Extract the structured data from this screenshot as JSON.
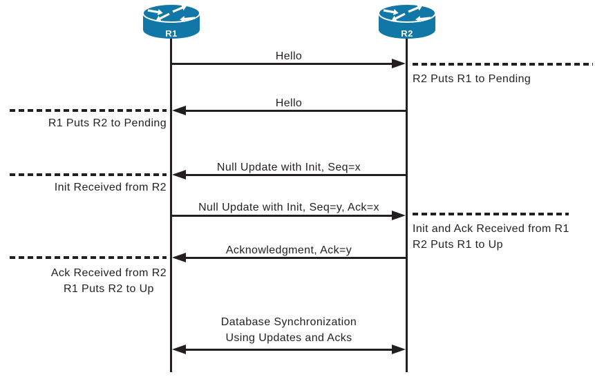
{
  "figure": {
    "type": "sequence-diagram",
    "routers": [
      {
        "id": "R1",
        "label": "R1"
      },
      {
        "id": "R2",
        "label": "R2"
      }
    ],
    "messages": [
      {
        "from": "R1",
        "to": "R2",
        "direction": "right",
        "lines": [
          "Hello"
        ]
      },
      {
        "from": "R2",
        "to": "R1",
        "direction": "left",
        "lines": [
          "Hello"
        ]
      },
      {
        "from": "R2",
        "to": "R1",
        "direction": "left",
        "lines": [
          "Null Update with Init, Seq=x"
        ]
      },
      {
        "from": "R1",
        "to": "R2",
        "direction": "right",
        "lines": [
          "Null Update with Init, Seq=y, Ack=x"
        ]
      },
      {
        "from": "R2",
        "to": "R1",
        "direction": "left",
        "lines": [
          "Acknowledgment, Ack=y"
        ]
      },
      {
        "from": "R1",
        "to": "R2",
        "direction": "both",
        "lines": [
          "Database Synchronization",
          "Using Updates and Acks"
        ]
      }
    ],
    "annotations": [
      {
        "side": "right",
        "lines": [
          "R2 Puts R1 to Pending"
        ]
      },
      {
        "side": "left",
        "lines": [
          "R1 Puts R2 to Pending"
        ]
      },
      {
        "side": "left",
        "lines": [
          "Init Received from R2"
        ]
      },
      {
        "side": "right",
        "lines": [
          "Init and Ack Received from R1",
          "R2 Puts R1 to Up"
        ]
      },
      {
        "side": "left",
        "lines": [
          "Ack Received from R2",
          "R1 Puts R2 to Up"
        ]
      }
    ],
    "colors": {
      "router_fill": "#1177A6",
      "line": "#231f20",
      "text": "#231f20",
      "router_label_text": "#ffffff"
    }
  }
}
